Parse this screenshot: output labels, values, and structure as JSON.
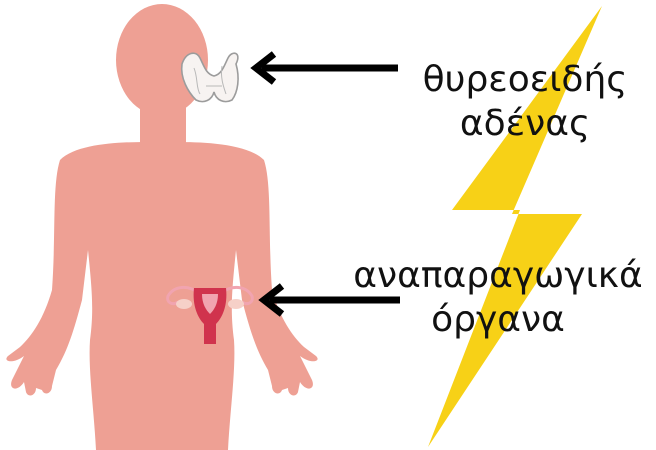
{
  "colors": {
    "body": "#eea094",
    "thyroid_fill": "#f7f3f1",
    "thyroid_outline": "#9c9c9c",
    "uterus": "#d0334d",
    "uterus_light": "#f1a4b0",
    "ovary": "#f6d0c8",
    "lightning": "#f7d117",
    "arrow": "#000000",
    "text": "#111111"
  },
  "icons": {
    "body": "human-silhouette",
    "thyroid": "thyroid-gland-icon",
    "uterus": "uterus-icon",
    "lightning": "lightning-bolt-icon"
  },
  "labels": {
    "thyroid": {
      "line1": "θυρεοειδής",
      "line2": "αδένας"
    },
    "reproductive": {
      "line1": "αναπαραγωγικά",
      "line2": "όργανα"
    }
  }
}
